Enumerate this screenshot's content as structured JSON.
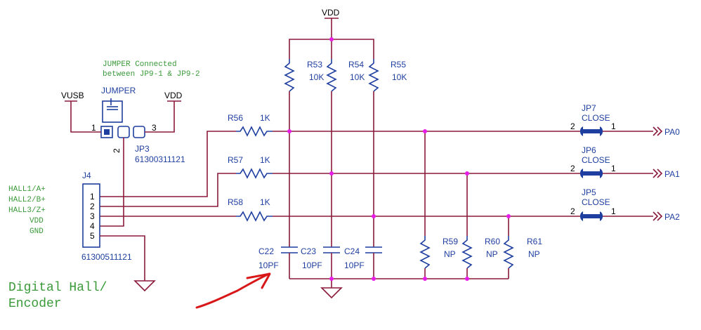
{
  "power": {
    "vdd_top": "VDD",
    "vusb": "VUSB",
    "vdd_jumper": "VDD"
  },
  "jumper_note": {
    "line1": "JUMPER Connected",
    "line2": "between JP9-1 & JP9-2"
  },
  "jp3": {
    "title": "JUMPER",
    "ref": "JP3",
    "part": "61300311121",
    "pin1": "1",
    "pin2": "2",
    "pin3": "3"
  },
  "j4": {
    "ref": "J4",
    "part": "61300511121",
    "pins": [
      "1",
      "2",
      "3",
      "4",
      "5"
    ]
  },
  "hall_signals": [
    "HALL1/A+",
    "HALL2/B+",
    "HALL3/Z+",
    "VDD",
    "GND"
  ],
  "pullups": [
    {
      "ref": "R53",
      "value": "10K"
    },
    {
      "ref": "R54",
      "value": "10K"
    },
    {
      "ref": "R55",
      "value": "10K"
    }
  ],
  "series": [
    {
      "ref": "R56",
      "value": "1K"
    },
    {
      "ref": "R57",
      "value": "1K"
    },
    {
      "ref": "R58",
      "value": "1K"
    }
  ],
  "caps": [
    {
      "ref": "C22",
      "value": "10PF"
    },
    {
      "ref": "C23",
      "value": "10PF"
    },
    {
      "ref": "C24",
      "value": "10PF"
    }
  ],
  "pulldowns": [
    {
      "ref": "R59",
      "value": "NP"
    },
    {
      "ref": "R60",
      "value": "NP"
    },
    {
      "ref": "R61",
      "value": "NP"
    }
  ],
  "solder_jumpers": [
    {
      "ref": "JP7",
      "state": "CLOSE",
      "pin_left": "2",
      "pin_right": "1"
    },
    {
      "ref": "JP6",
      "state": "CLOSE",
      "pin_left": "2",
      "pin_right": "1"
    },
    {
      "ref": "JP5",
      "state": "CLOSE",
      "pin_left": "2",
      "pin_right": "1"
    }
  ],
  "nets": [
    "PA0",
    "PA1",
    "PA2"
  ],
  "section_title": {
    "line1": "Digital Hall/",
    "line2": "Encoder"
  }
}
